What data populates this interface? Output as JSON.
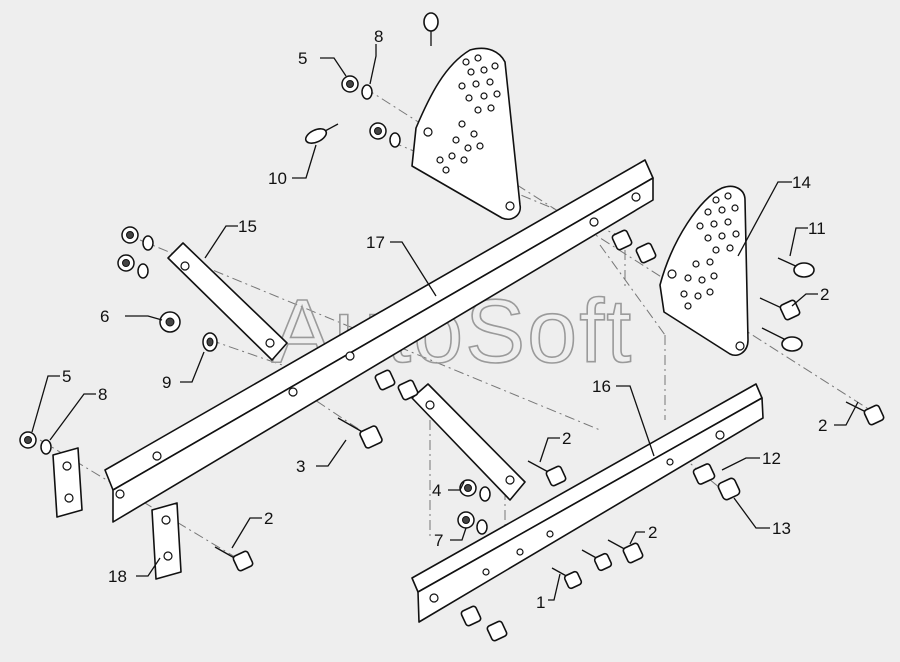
{
  "watermark": "AutoSoft",
  "callouts": [
    {
      "id": "c5a",
      "text": "5"
    },
    {
      "id": "c8a",
      "text": "8"
    },
    {
      "id": "c10",
      "text": "10"
    },
    {
      "id": "c15",
      "text": "15"
    },
    {
      "id": "c17",
      "text": "17"
    },
    {
      "id": "c14",
      "text": "14"
    },
    {
      "id": "c11",
      "text": "11"
    },
    {
      "id": "c2a",
      "text": "2"
    },
    {
      "id": "c6",
      "text": "6"
    },
    {
      "id": "c9",
      "text": "9"
    },
    {
      "id": "c5b",
      "text": "5"
    },
    {
      "id": "c8b",
      "text": "8"
    },
    {
      "id": "c16",
      "text": "16"
    },
    {
      "id": "c2b",
      "text": "2"
    },
    {
      "id": "c3",
      "text": "3"
    },
    {
      "id": "c2c",
      "text": "2"
    },
    {
      "id": "c4",
      "text": "4"
    },
    {
      "id": "c12",
      "text": "12"
    },
    {
      "id": "c7",
      "text": "7"
    },
    {
      "id": "c13",
      "text": "13"
    },
    {
      "id": "c2d",
      "text": "2"
    },
    {
      "id": "c2e",
      "text": "2"
    },
    {
      "id": "c18",
      "text": "18"
    },
    {
      "id": "c1",
      "text": "1"
    }
  ]
}
